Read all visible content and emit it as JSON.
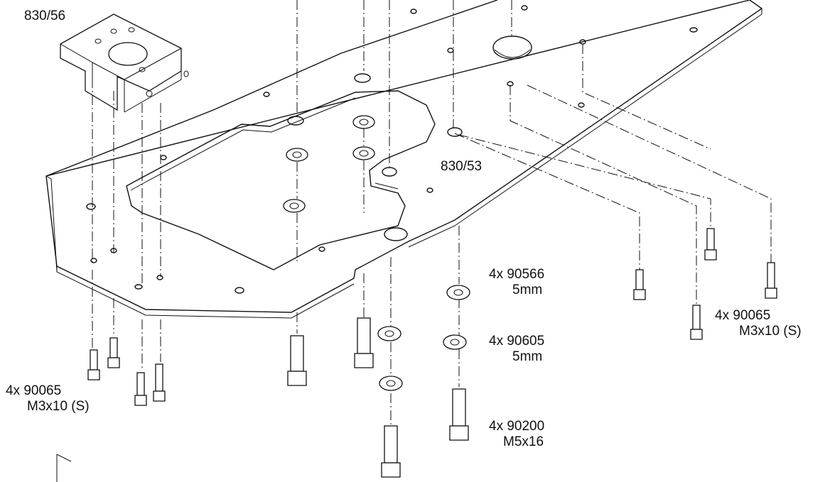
{
  "labels": {
    "mount_part": "830/56",
    "plate_part": "830/53",
    "screws_left_qty": "4x 90065",
    "screws_left_size": "M3x10 (S)",
    "washer_qty": "4x 90566",
    "washer_size": "5mm",
    "lockwasher_qty": "4x 90605",
    "lockwasher_size": "5mm",
    "screws_m5_qty": "4x 90200",
    "screws_m5_size": "M5x16",
    "screws_right_qty": "4x 90065",
    "screws_right_size": "M3x10 (S)"
  },
  "colors": {
    "line": "#111111",
    "background": "#ffffff"
  }
}
